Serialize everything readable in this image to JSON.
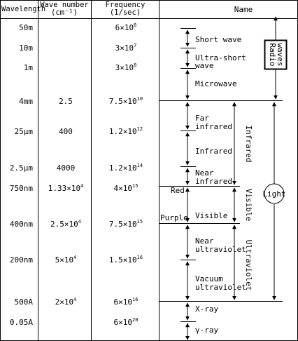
{
  "headers": {
    "wavelength": "Wavelength",
    "wavenumber": "Wave number",
    "wavenumber_unit": "(cm⁻¹)",
    "frequency": "Frequency",
    "frequency_unit": "(1/sec)",
    "name": "Name"
  },
  "rows": [
    {
      "wavelength": "50m",
      "wavenumber": "",
      "freq_base": "6×10",
      "freq_exp": "6"
    },
    {
      "wavelength": "10m",
      "wavenumber": "",
      "freq_base": "3×10",
      "freq_exp": "7"
    },
    {
      "wavelength": "1m",
      "wavenumber": "",
      "freq_base": "3×10",
      "freq_exp": "8"
    },
    {
      "wavelength": "4mm",
      "wavenumber": "2.5",
      "wn_exp": "",
      "freq_base": "7.5×10",
      "freq_exp": "10"
    },
    {
      "wavelength": "25μm",
      "wavenumber": "400",
      "wn_exp": "",
      "freq_base": "1.2×10",
      "freq_exp": "12"
    },
    {
      "wavelength": "2.5μm",
      "wavenumber": "4000",
      "wn_exp": "",
      "freq_base": "1.2×10",
      "freq_exp": "14"
    },
    {
      "wavelength": "750nm",
      "wavenumber": "1.33×10",
      "wn_exp": "4",
      "freq_base": "4×10",
      "freq_exp": "15"
    },
    {
      "wavelength": "400nm",
      "wavenumber": "2.5×10",
      "wn_exp": "4",
      "freq_base": "7.5×10",
      "freq_exp": "15"
    },
    {
      "wavelength": "200nm",
      "wavenumber": "5×10",
      "wn_exp": "4",
      "freq_base": "1.5×10",
      "freq_exp": "16"
    },
    {
      "wavelength": "500A",
      "wavenumber": "2×10",
      "wn_exp": "4",
      "freq_base": "6×10",
      "freq_exp": "16"
    },
    {
      "wavelength": "0.05A",
      "wavenumber": "",
      "freq_base": "6×10",
      "freq_exp": "20"
    }
  ],
  "names": {
    "short_wave": "Short wave",
    "ultra_short_1": "Ultra-short",
    "ultra_short_2": "wave",
    "microwave": "Microwave",
    "far_ir_1": "Far",
    "far_ir_2": "infrared",
    "infrared": "Infrared",
    "near_ir_1": "Near",
    "near_ir_2": "infrared",
    "red": "Red",
    "visible": "Visible",
    "purple": "Purple",
    "near_uv_1": "Near",
    "near_uv_2": "ultraviolet",
    "vacuum_uv_1": "Vacuum",
    "vacuum_uv_2": "ultraviolet",
    "xray": "X-ray",
    "gamma": "γ-ray"
  },
  "groups": {
    "radio": "Radio waves",
    "infrared": "Infrared",
    "visible": "Visible",
    "ultraviolet": "Ultraviolet",
    "light": "Light"
  }
}
